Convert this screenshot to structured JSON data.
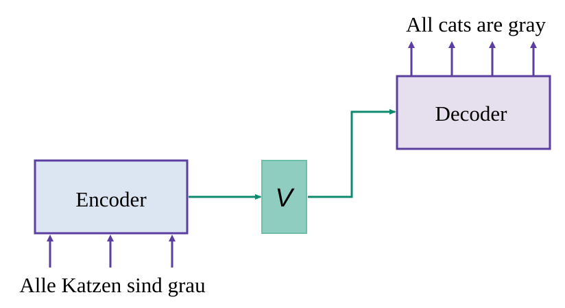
{
  "input_sentence": "Alle Katzen sind grau",
  "output_sentence": "All cats are gray",
  "encoder": {
    "label": "Encoder",
    "fill": "#dce6f2",
    "stroke": "#5b3fa0"
  },
  "vector": {
    "label": "V",
    "fill": "#8fcdc1",
    "stroke": "#6dbfa9"
  },
  "decoder": {
    "label": "Decoder",
    "fill": "#e6dfee",
    "stroke": "#5b3fa0"
  },
  "colors": {
    "token_arrow": "#5b3fa0",
    "flow_arrow": "#0e8a6e"
  }
}
